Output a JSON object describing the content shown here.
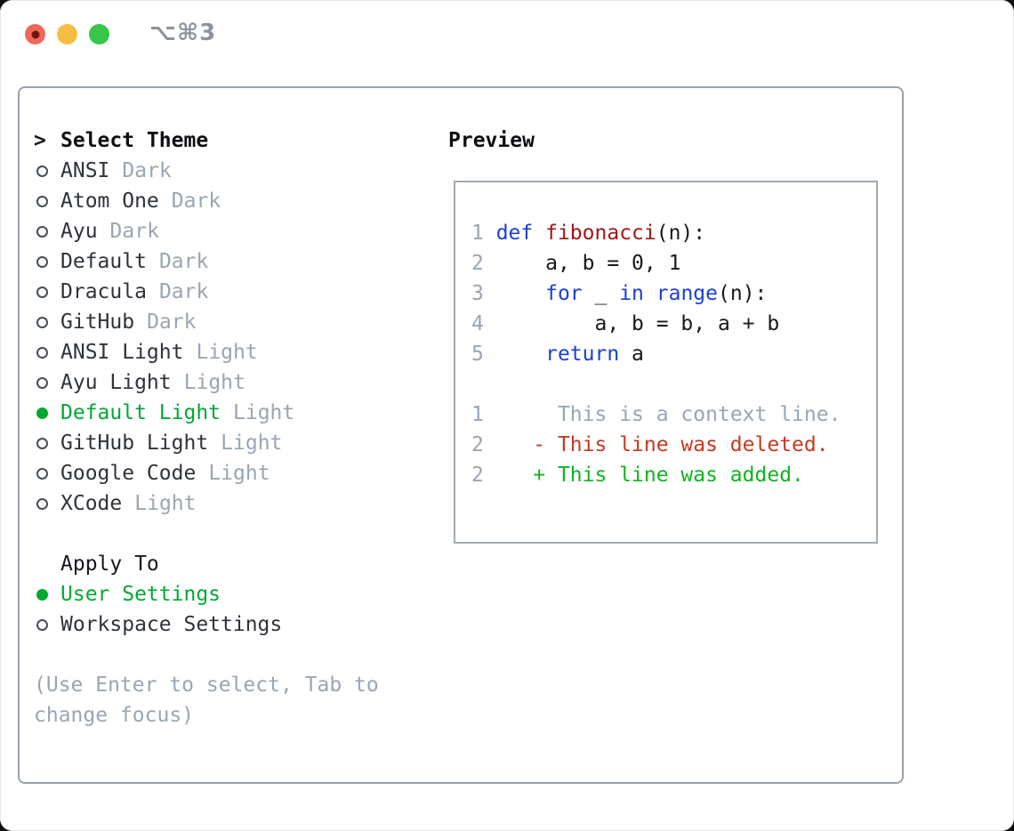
{
  "titlebar": {
    "title": "⌥⌘3"
  },
  "theme_list": {
    "header": {
      "cursor": ">",
      "label": "Select Theme"
    },
    "items": [
      {
        "name": "ANSI",
        "variant": "Dark",
        "selected": false
      },
      {
        "name": "Atom One",
        "variant": "Dark",
        "selected": false
      },
      {
        "name": "Ayu",
        "variant": "Dark",
        "selected": false
      },
      {
        "name": "Default",
        "variant": "Dark",
        "selected": false
      },
      {
        "name": "Dracula",
        "variant": "Dark",
        "selected": false
      },
      {
        "name": "GitHub",
        "variant": "Dark",
        "selected": false
      },
      {
        "name": "ANSI Light",
        "variant": "Light",
        "selected": false
      },
      {
        "name": "Ayu Light",
        "variant": "Light",
        "selected": false
      },
      {
        "name": "Default Light",
        "variant": "Light",
        "selected": true
      },
      {
        "name": "GitHub Light",
        "variant": "Light",
        "selected": false
      },
      {
        "name": "Google Code",
        "variant": "Light",
        "selected": false
      },
      {
        "name": "XCode",
        "variant": "Light",
        "selected": false
      }
    ]
  },
  "apply_to": {
    "header": "Apply To",
    "options": [
      {
        "label": "User Settings",
        "selected": true
      },
      {
        "label": "Workspace Settings",
        "selected": false
      }
    ]
  },
  "help": {
    "line1": "(Use Enter to select, Tab to",
    "line2": "change focus)"
  },
  "preview": {
    "title": "Preview",
    "lines": [
      {
        "segs": [
          {
            "t": "1 ",
            "c": "num"
          },
          {
            "t": "def",
            "c": "kw"
          },
          {
            "t": " ",
            "c": "code"
          },
          {
            "t": "fibonacci",
            "c": "fn"
          },
          {
            "t": "(n):",
            "c": "code"
          }
        ]
      },
      {
        "segs": [
          {
            "t": "2",
            "c": "num"
          },
          {
            "t": "     a, b = 0, 1",
            "c": "code"
          }
        ]
      },
      {
        "segs": [
          {
            "t": "3",
            "c": "num"
          },
          {
            "t": "     ",
            "c": "code"
          },
          {
            "t": "for",
            "c": "kw"
          },
          {
            "t": " _ ",
            "c": "code"
          },
          {
            "t": "in",
            "c": "kw"
          },
          {
            "t": " ",
            "c": "code"
          },
          {
            "t": "range",
            "c": "kw"
          },
          {
            "t": "(n):",
            "c": "code"
          }
        ]
      },
      {
        "segs": [
          {
            "t": "4",
            "c": "num"
          },
          {
            "t": "         a, b = b, a + b",
            "c": "code"
          }
        ]
      },
      {
        "segs": [
          {
            "t": "5",
            "c": "num"
          },
          {
            "t": "     ",
            "c": "code"
          },
          {
            "t": "return",
            "c": "kw"
          },
          {
            "t": " a",
            "c": "code"
          }
        ]
      },
      {
        "segs": []
      },
      {
        "segs": [
          {
            "t": "1",
            "c": "num"
          },
          {
            "t": "      ",
            "c": "code"
          },
          {
            "t": "This is a context line.",
            "c": "ctx"
          }
        ]
      },
      {
        "segs": [
          {
            "t": "2",
            "c": "num"
          },
          {
            "t": "    ",
            "c": "code"
          },
          {
            "t": "- This line was deleted.",
            "c": "del"
          }
        ]
      },
      {
        "segs": [
          {
            "t": "2",
            "c": "num"
          },
          {
            "t": "    ",
            "c": "code"
          },
          {
            "t": "+ This line was added.",
            "c": "add"
          }
        ]
      }
    ]
  },
  "colors": {
    "selection_green": "#00a832",
    "added_green": "#0eb41e",
    "deleted_red": "#c8391f",
    "keyword_blue": "#1c40d0",
    "function_red": "#a31515",
    "muted_gray": "#9aa5b2",
    "panel_border": "#99a2ad",
    "traffic_red": "#f0685c",
    "traffic_yellow": "#f6bd45",
    "traffic_green": "#37c649"
  }
}
